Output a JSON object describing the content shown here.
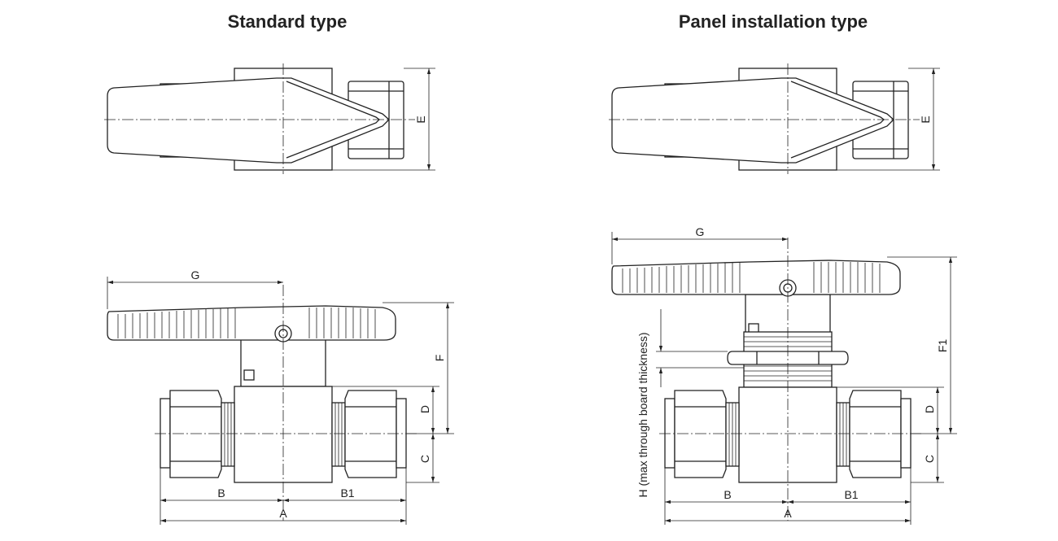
{
  "titles": {
    "standard": "Standard type",
    "panel": "Panel installation type"
  },
  "labels": {
    "E": "E",
    "G": "G",
    "F": "F",
    "F1": "F1",
    "D": "D",
    "C": "C",
    "B": "B",
    "B1": "B1",
    "A": "A",
    "H": "H (max through board thickness)"
  }
}
